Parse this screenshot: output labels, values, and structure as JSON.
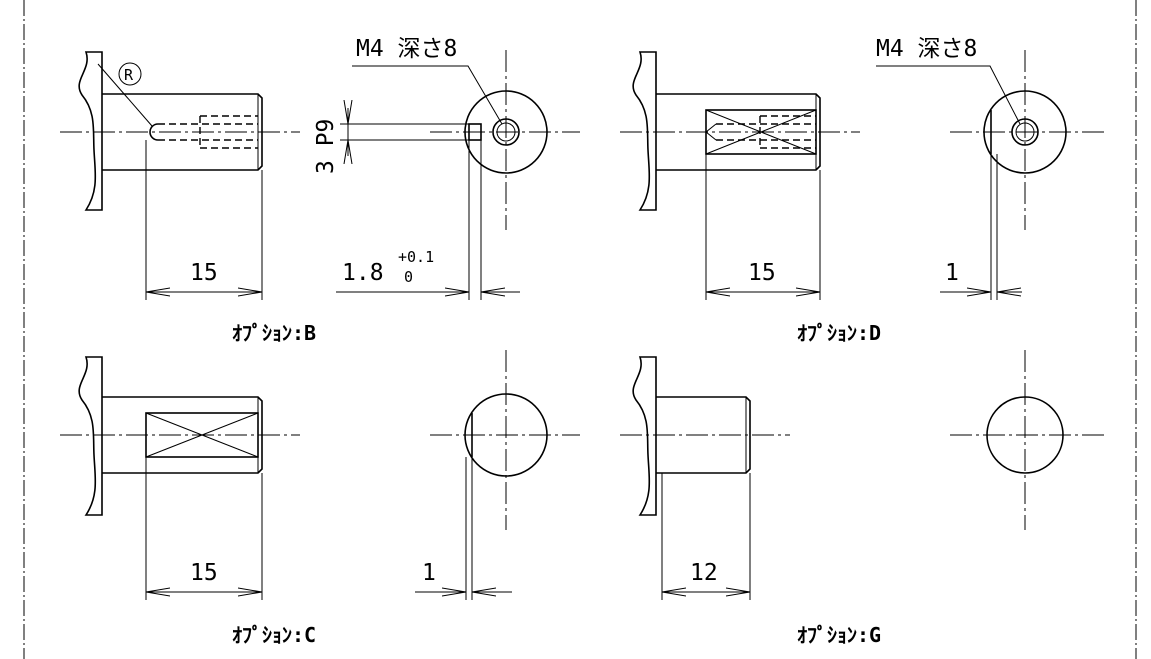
{
  "views": {
    "B": {
      "caption": "ｵﾌﾟｼｮﾝ:B",
      "length_dim": "15",
      "thread_note": "M4 深さ8",
      "radius_mark": "R",
      "keyway_width": "3 P9",
      "keyway_depth": "1.8",
      "keyway_depth_tol_upper": "+0.1",
      "keyway_depth_tol_lower": "0"
    },
    "D": {
      "caption": "ｵﾌﾟｼｮﾝ:D",
      "length_dim": "15",
      "thread_note": "M4 深さ8",
      "flat_dim": "1"
    },
    "C": {
      "caption": "ｵﾌﾟｼｮﾝ:C",
      "length_dim": "15",
      "flat_dim": "1"
    },
    "G": {
      "caption": "ｵﾌﾟｼｮﾝ:G",
      "length_dim": "12"
    }
  }
}
